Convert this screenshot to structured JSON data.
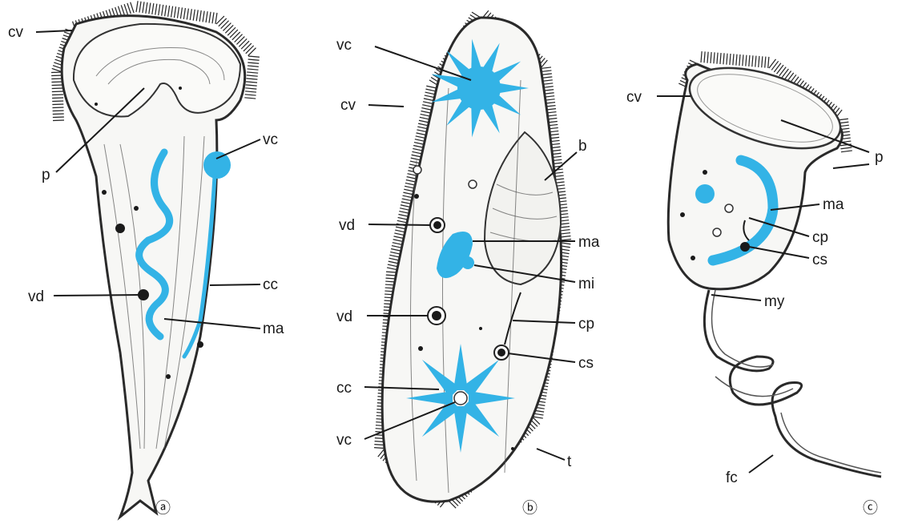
{
  "panels": [
    {
      "id": "a",
      "marker": "ⓐ",
      "labels": {
        "cv": "cv",
        "p": "p",
        "vc": "vc",
        "vd": "vd",
        "cc": "cc",
        "ma": "ma"
      }
    },
    {
      "id": "b",
      "marker": "ⓑ",
      "labels": {
        "vc_top": "vc",
        "cv": "cv",
        "b": "b",
        "vd_upper": "vd",
        "ma": "ma",
        "mi": "mi",
        "vd_lower": "vd",
        "cp": "cp",
        "cs": "cs",
        "cc": "cc",
        "vc_bottom": "vc",
        "t": "t"
      }
    },
    {
      "id": "c",
      "marker": "ⓒ",
      "labels": {
        "cv": "cv",
        "p": "p",
        "ma": "ma",
        "cp": "cp",
        "cs": "cs",
        "my": "my",
        "fc": "fc"
      }
    }
  ],
  "colors": {
    "accent": "#33b3e6",
    "ink": "#1a1a1a"
  }
}
